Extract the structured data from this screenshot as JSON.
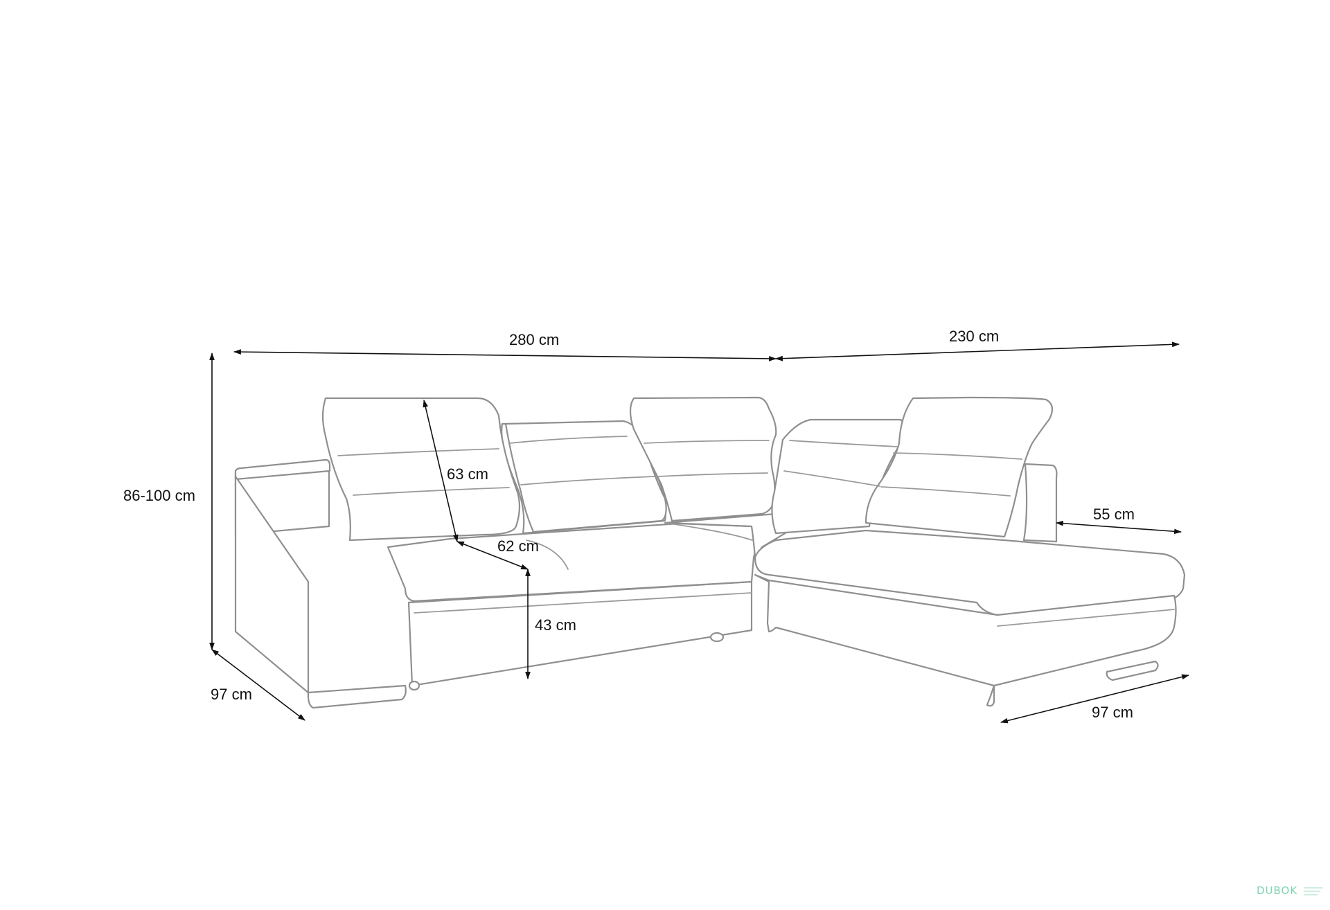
{
  "dimensions": {
    "total_width_left": "280 cm",
    "total_width_right": "230 cm",
    "height": "86-100 cm",
    "depth_left": "97 cm",
    "depth_right": "97 cm",
    "backrest_height": "63 cm",
    "seat_depth": "62 cm",
    "seat_height": "43 cm",
    "chaise_extension": "55 cm"
  },
  "watermark": {
    "text": "DUBOK"
  },
  "colors": {
    "outline": "#8f8f8f",
    "dimension": "#111111",
    "watermark": "#7fd4b0"
  }
}
